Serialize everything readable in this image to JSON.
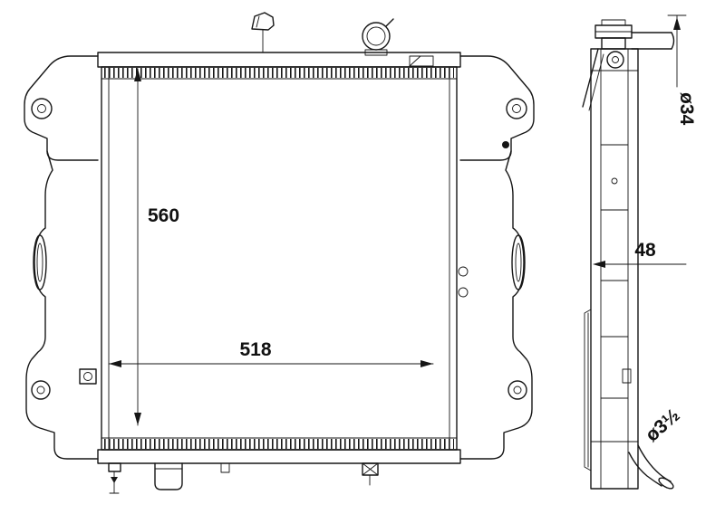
{
  "page": {
    "background": "#ffffff",
    "line_color": "#161616"
  },
  "dims": {
    "front_height": "560",
    "front_width": "518",
    "side_inlet": "ø34",
    "side_depth": "48",
    "side_outlet": "ø3½"
  }
}
